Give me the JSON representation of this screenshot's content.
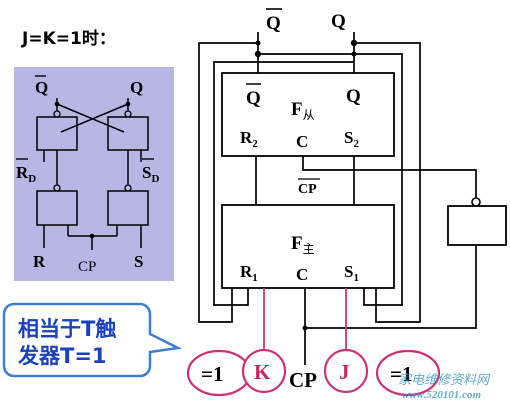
{
  "condition_label": "J=K=1时：",
  "inset": {
    "qbar": "Q",
    "q": "Q",
    "rd": "R",
    "rd_sub": "D",
    "sd": "S",
    "sd_sub": "D",
    "r": "R",
    "cp": "CP",
    "s": "S"
  },
  "outputs": {
    "qbar": "Q",
    "q": "Q"
  },
  "slave": {
    "qbar": "Q",
    "q": "Q",
    "name": "F",
    "name_sub": "从",
    "r2": "R",
    "r2_sub": "2",
    "c": "C",
    "s2": "S",
    "s2_sub": "2"
  },
  "cp_bar": "CP",
  "master": {
    "name": "F",
    "name_sub": "主",
    "r1": "R",
    "r1_sub": "1",
    "c": "C",
    "s1": "S",
    "s1_sub": "1"
  },
  "callout": {
    "line1": "相当于T触",
    "line2": "发器T=1"
  },
  "inputs": {
    "left_value": "=1",
    "k": "K",
    "cp": "CP",
    "j": "J",
    "right_value": "=1"
  },
  "watermark": {
    "line1": "家电维修资料网",
    "line2": "www.520101.com"
  },
  "colors": {
    "inset_bg": "#b7b7e6",
    "input_ring": "#cc3377",
    "callout_border": "#3b7fd0",
    "callout_text": "#1a3fbf",
    "watermark": "#2a8fc4"
  }
}
